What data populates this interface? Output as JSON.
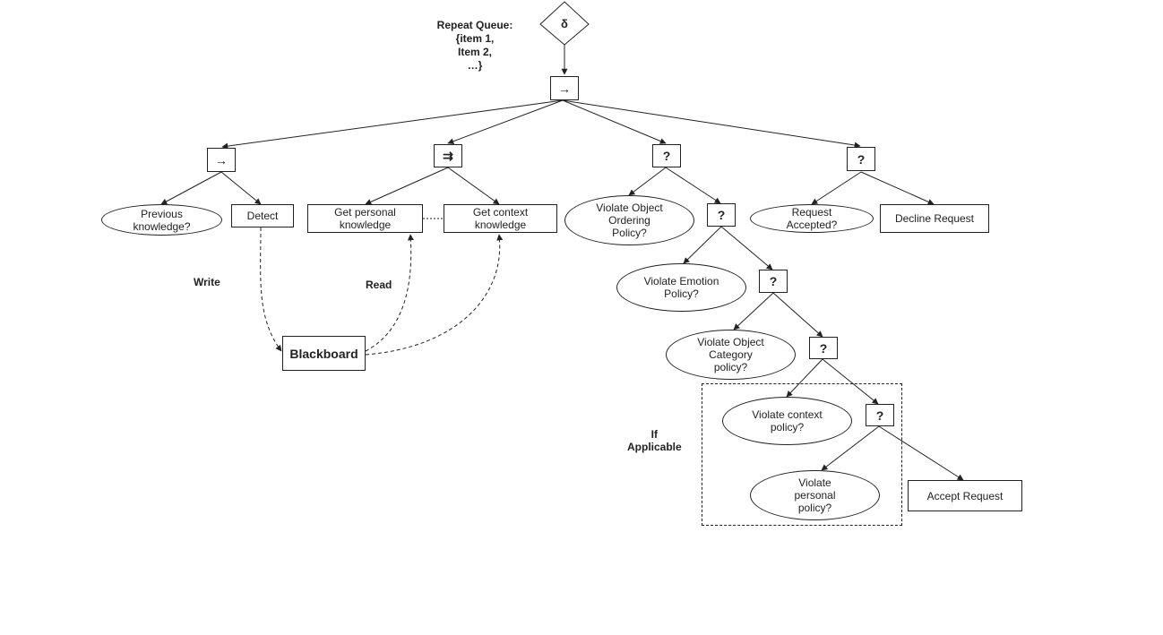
{
  "root": {
    "symbol": "δ",
    "annotation": "Repeat Queue:\n{item 1,\nItem 2,\n…}"
  },
  "main_sequence": {
    "symbol": "→"
  },
  "branch1": {
    "symbol": "→",
    "previous_knowledge": "Previous\nknowledge?",
    "detect": "Detect"
  },
  "branch2": {
    "symbol": "⇉",
    "get_personal": "Get personal\nknowledge",
    "get_context": "Get context\nknowledge"
  },
  "branch3": {
    "symbol": "?",
    "violate_ordering": "Violate Object\nOrdering\nPolicy?",
    "fallback2_symbol": "?",
    "violate_emotion": "Violate Emotion\nPolicy?",
    "fallback3_symbol": "?",
    "violate_category": "Violate Object\nCategory\npolicy?",
    "fallback4_symbol": "?",
    "violate_context": "Violate context\npolicy?",
    "fallback5_symbol": "?",
    "violate_personal": "Violate\npersonal\npolicy?",
    "accept_request": "Accept Request",
    "if_applicable": "If Applicable"
  },
  "branch4": {
    "symbol": "?",
    "request_accepted": "Request\nAccepted?",
    "decline_request": "Decline Request"
  },
  "blackboard": {
    "label": "Blackboard",
    "write": "Write",
    "read": "Read"
  }
}
